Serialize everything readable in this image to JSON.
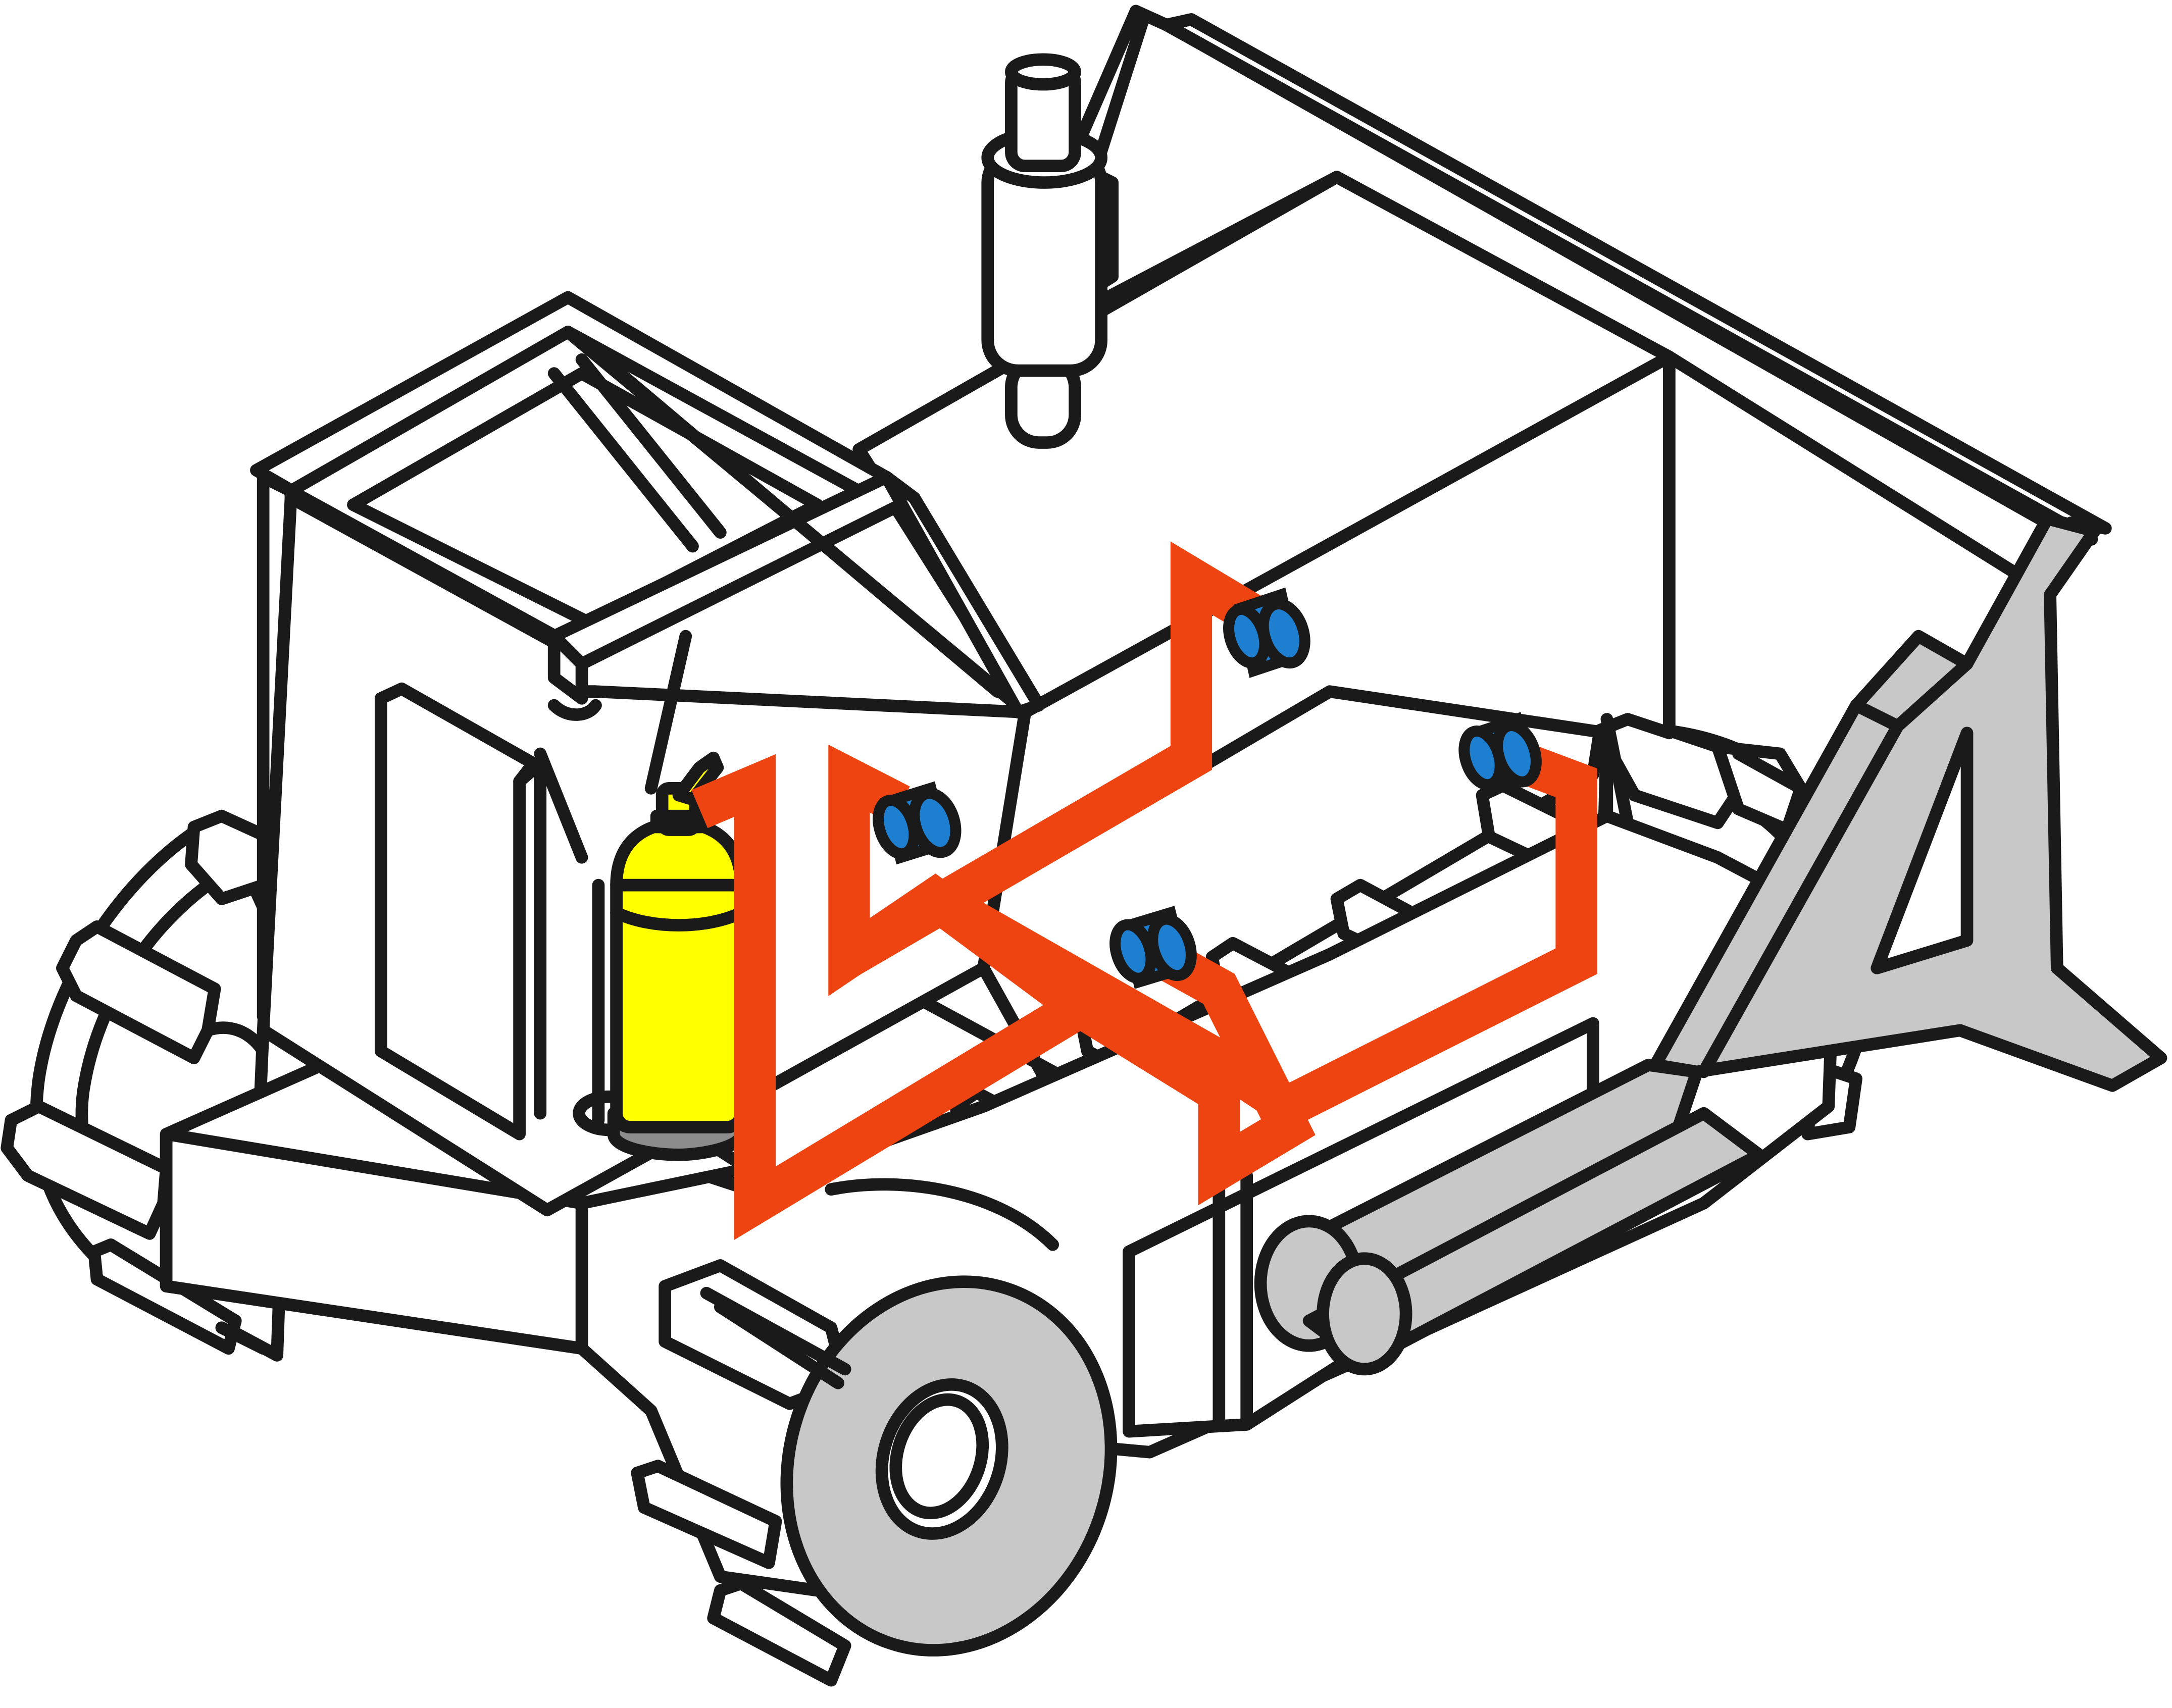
{
  "diagram": {
    "components": [
      {
        "id": "cab-frame",
        "kind": "structure"
      },
      {
        "id": "engine-hood",
        "kind": "structure"
      },
      {
        "id": "exhaust-stack",
        "kind": "structure"
      },
      {
        "id": "dozer-blade",
        "kind": "structure"
      },
      {
        "id": "push-arm",
        "kind": "structure"
      },
      {
        "id": "crawler-track-left",
        "kind": "structure"
      },
      {
        "id": "crawler-track-right",
        "kind": "structure"
      },
      {
        "id": "drive-sprocket",
        "kind": "structure"
      },
      {
        "id": "extinguisher-cylinder",
        "kind": "fire-suppression"
      },
      {
        "id": "distribution-pipe",
        "kind": "fire-suppression"
      },
      {
        "id": "discharge-nozzle-1",
        "kind": "fire-suppression"
      },
      {
        "id": "discharge-nozzle-2",
        "kind": "fire-suppression"
      },
      {
        "id": "discharge-nozzle-3",
        "kind": "fire-suppression"
      },
      {
        "id": "discharge-nozzle-4",
        "kind": "fire-suppression"
      }
    ],
    "colors": {
      "outline": "#1a1a1a",
      "body_fill": "#ffffff",
      "metal_grey": "#c8c8c8",
      "cylinder": "#ffff00",
      "pipe": "#ee4411",
      "nozzle": "#1e7fd0"
    }
  }
}
